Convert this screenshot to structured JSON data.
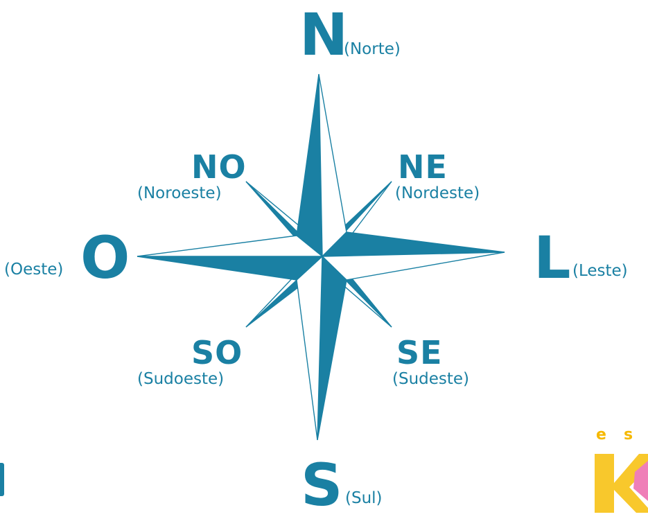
{
  "colors": {
    "rose": "#1a80a3",
    "text": "#1a80a3",
    "logo_yellow": "#f8c82c",
    "logo_pink": "#ef7fb8"
  },
  "directions": {
    "north": {
      "abbr": "N",
      "name": "(Norte)"
    },
    "south": {
      "abbr": "S",
      "name": "(Sul)"
    },
    "east": {
      "abbr": "L",
      "name": "(Leste)"
    },
    "west": {
      "abbr": "O",
      "name": "(Oeste)"
    },
    "northeast": {
      "abbr": "NE",
      "name": "(Nordeste)"
    },
    "northwest": {
      "abbr": "NO",
      "name": "(Noroeste)"
    },
    "southeast": {
      "abbr": "SE",
      "name": "(Sudeste)"
    },
    "southwest": {
      "abbr": "SO",
      "name": "(Sudoeste)"
    }
  },
  "logo": {
    "letters": [
      "e",
      "s"
    ],
    "icon": "kids-logo-icon"
  }
}
